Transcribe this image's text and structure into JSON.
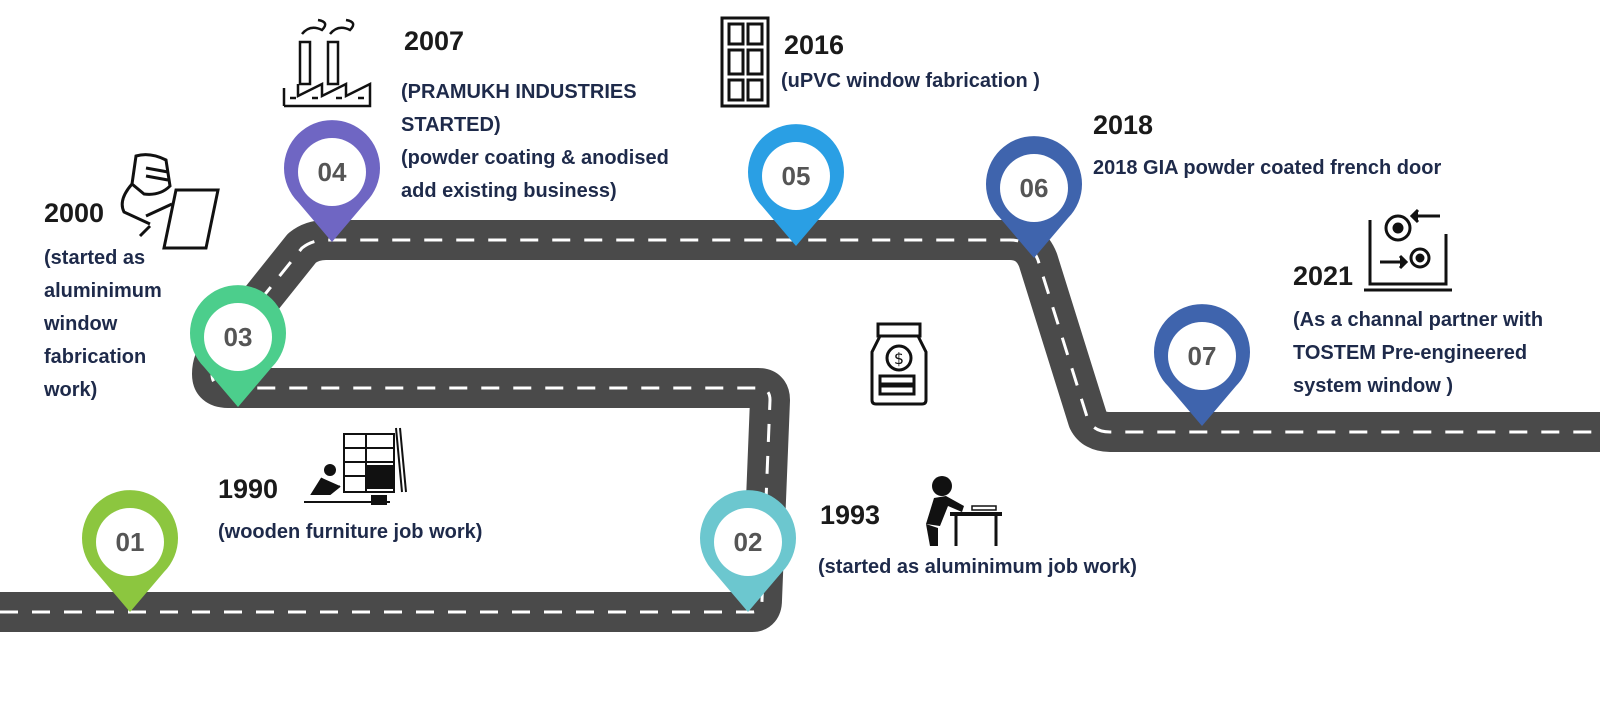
{
  "colors": {
    "road": "#4a4a4a",
    "road_dash": "#ffffff",
    "text_year": "#1a1a1a",
    "text_desc": "#1e2a4a",
    "icon": "#111111"
  },
  "milestones": [
    {
      "number": "01",
      "year": "1990",
      "color": "#8cc63f",
      "description": [
        "(wooden furniture job work)"
      ],
      "icon": "carpenter-icon"
    },
    {
      "number": "02",
      "year": "1993",
      "color": "#6cc7cf",
      "description": [
        "(started as aluminimum job work)"
      ],
      "icon": "worker-at-table-icon"
    },
    {
      "number": "03",
      "year": "2000",
      "color": "#4cce8c",
      "description": [
        "(started as",
        "aluminimum",
        "window",
        "fabrication",
        "work)"
      ],
      "icon": "welder-icon"
    },
    {
      "number": "04",
      "year": "2007",
      "color": "#6f66c3",
      "description": [
        "(PRAMUKH INDUSTRIES",
        "STARTED)",
        "(powder coating & anodised",
        "add existing business)"
      ],
      "icon": "factory-icon"
    },
    {
      "number": "05",
      "year": "2016",
      "color": "#2a9fe4",
      "description": [
        "(uPVC window fabrication )"
      ],
      "icon": "window-icon"
    },
    {
      "number": "06",
      "year": "2018",
      "color": "#3f64ad",
      "description": [
        "2018 GIA powder coated french door"
      ],
      "icon": ""
    },
    {
      "number": "07",
      "year": "2021",
      "color": "#3f64ad",
      "description": [
        "(As a channal partner with",
        "TOSTEM Pre-engineered",
        "system window )"
      ],
      "icon": "laptop-gears-icon"
    }
  ],
  "decorations": [
    "money-jar-icon"
  ]
}
